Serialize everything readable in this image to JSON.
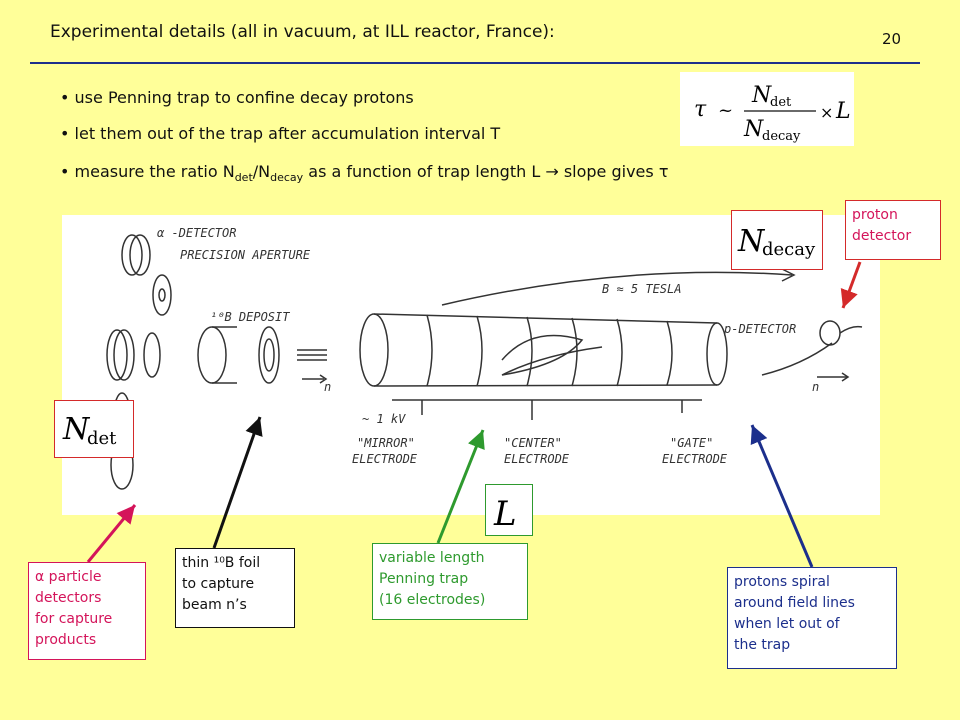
{
  "slide": {
    "title": "Experimental details  (all in vacuum, at ILL reactor, France):",
    "page_number": "20"
  },
  "bullets": {
    "b1": "use Penning trap to confine decay protons",
    "b2": "let them out of the trap after accumulation interval T",
    "b3_pre": "measure the ratio  N",
    "b3_sub1": "det",
    "b3_mid": "/N",
    "b3_sub2": "decay",
    "b3_post": " as a function of trap length L  → slope gives τ"
  },
  "formula": {
    "tau": "τ",
    "sim": "~",
    "num_N": "N",
    "num_sub": "det",
    "den_N": "N",
    "den_sub": "decay",
    "times": "×",
    "L": "L"
  },
  "figure": {
    "alpha_detector": "α -DETECTOR",
    "precision_aperture": "PRECISION APERTURE",
    "b_deposit": "¹⁰B DEPOSIT",
    "field": "B ≈ 5 TESLA",
    "p_detector": "p-DETECTOR",
    "n_left": "n",
    "n_right": "n",
    "voltage": "~ 1 kV",
    "mirror_1": "\"MIRROR\"",
    "mirror_2": "ELECTRODE",
    "center_1": "\"CENTER\"",
    "center_2": "ELECTRODE",
    "gate_1": "\"GATE\"",
    "gate_2": "ELECTRODE"
  },
  "labels": {
    "ndecay_N": "N",
    "ndecay_sub": "decay",
    "ndet_N": "N",
    "ndet_sub": "det",
    "L": "L",
    "proton_detector": [
      "proton",
      "detector"
    ],
    "alpha": [
      "α particle",
      "detectors",
      "for capture",
      "products"
    ],
    "foil": [
      "thin ¹⁰B foil",
      "to capture",
      "beam n’s"
    ],
    "trap": [
      "variable length",
      "Penning trap",
      "(16 electrodes)"
    ],
    "spiral": [
      "protons spiral",
      "around field lines",
      "when let out of",
      "the trap"
    ]
  },
  "colors": {
    "background": "#ffff99",
    "rule": "#1c2f8c",
    "red": "#d42a2a",
    "magenta": "#d4145a",
    "green": "#2e9a2e",
    "blue": "#1c2f8c"
  }
}
